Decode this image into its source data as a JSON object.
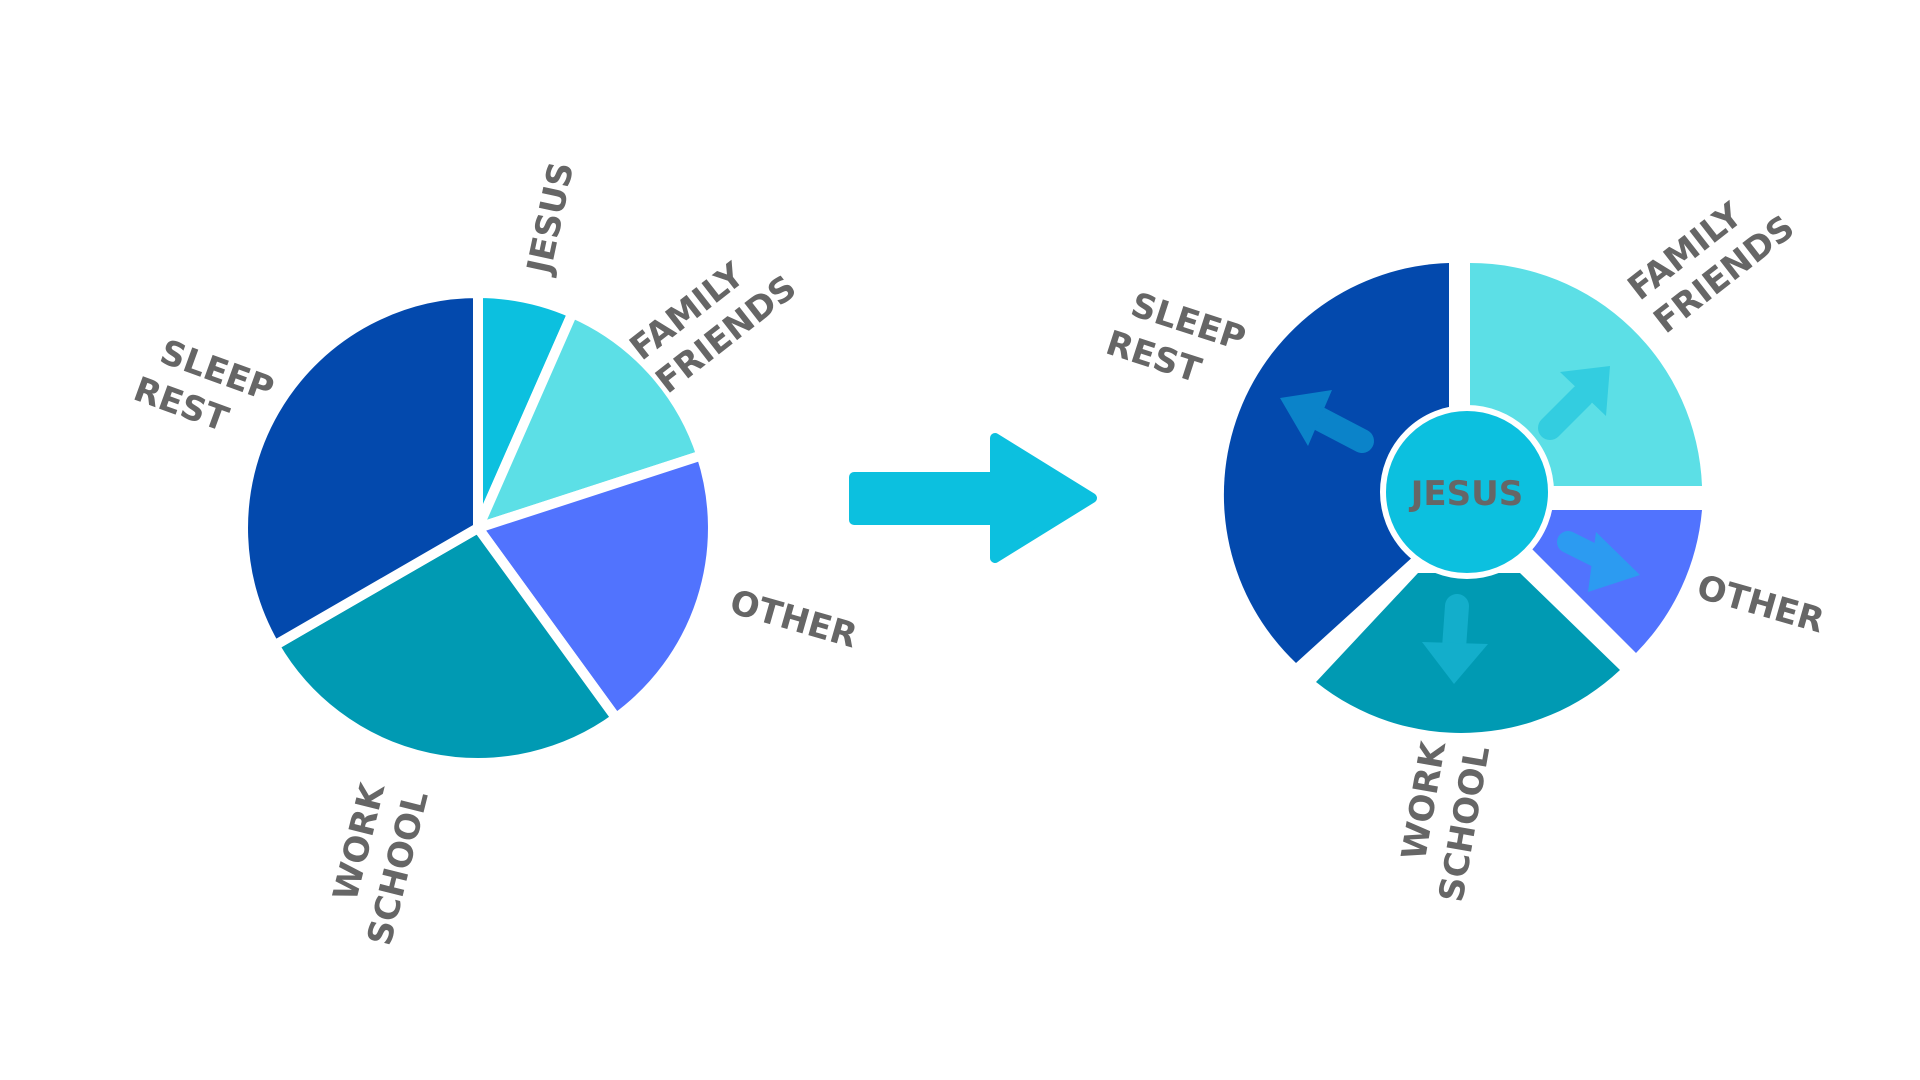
{
  "colors": {
    "sleep_rest": "#0349ad",
    "work_school": "#009ab3",
    "other": "#5173fe",
    "family_friends": "#5cdfe6",
    "jesus": "#0cc0df",
    "text": "#666666",
    "arrow": "#0cc0df",
    "inner_arrow": "#2fb4e0"
  },
  "left_pie": {
    "labels": {
      "jesus": "JESUS",
      "family_line1": "FAMILY",
      "family_line2": "FRIENDS",
      "other": "OTHER",
      "work_line1": "WORK",
      "work_line2": "SCHOOL",
      "sleep_line1": "SLEEP",
      "sleep_line2": "REST"
    }
  },
  "transition_arrow": {
    "icon": "right-arrow-icon"
  },
  "right_pie": {
    "center_label": "JESUS",
    "labels": {
      "family_line1": "FAMILY",
      "family_line2": "FRIENDS",
      "other": "OTHER",
      "work_line1": "WORK",
      "work_line2": "SCHOOL",
      "sleep_line1": "SLEEP",
      "sleep_line2": "REST"
    },
    "outward_arrows": [
      "arrow-up-left-icon",
      "arrow-up-right-icon",
      "arrow-down-right-icon",
      "arrow-down-icon"
    ]
  }
}
